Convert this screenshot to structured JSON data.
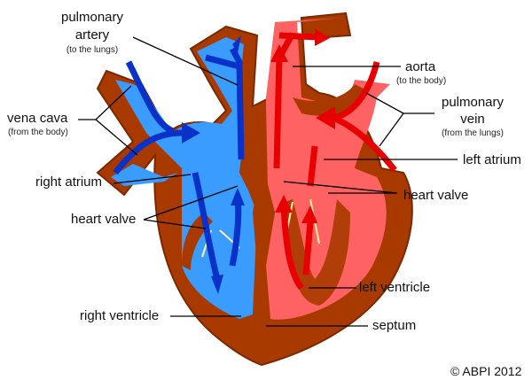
{
  "title": "Heart diagram",
  "colors": {
    "muscle": "#a83a00",
    "deoxygenated": "#3a9cff",
    "deoxygenated_arrow": "#0a32c8",
    "oxygenated": "#ff6262",
    "oxygenated_arrow": "#e80000",
    "valve_cords": "#fff0a8"
  },
  "labels": {
    "pulmonary_artery": {
      "line1": "pulmonary",
      "line2": "artery",
      "note": "(to the lungs)"
    },
    "vena_cava": {
      "line1": "vena cava",
      "note": "(from the body)"
    },
    "right_atrium": "right atrium",
    "heart_valve_left": "heart valve",
    "right_ventricle": "right ventricle",
    "aorta": {
      "line1": "aorta",
      "note": "(to the body)"
    },
    "pulmonary_vein": {
      "line1": "pulmonary",
      "line2": "vein",
      "note": "(from the lungs)"
    },
    "left_atrium": "left atrium",
    "heart_valve_right": "heart valve",
    "left_ventricle": "left ventricle",
    "septum": "septum"
  },
  "copyright": "© ABPI 2012"
}
